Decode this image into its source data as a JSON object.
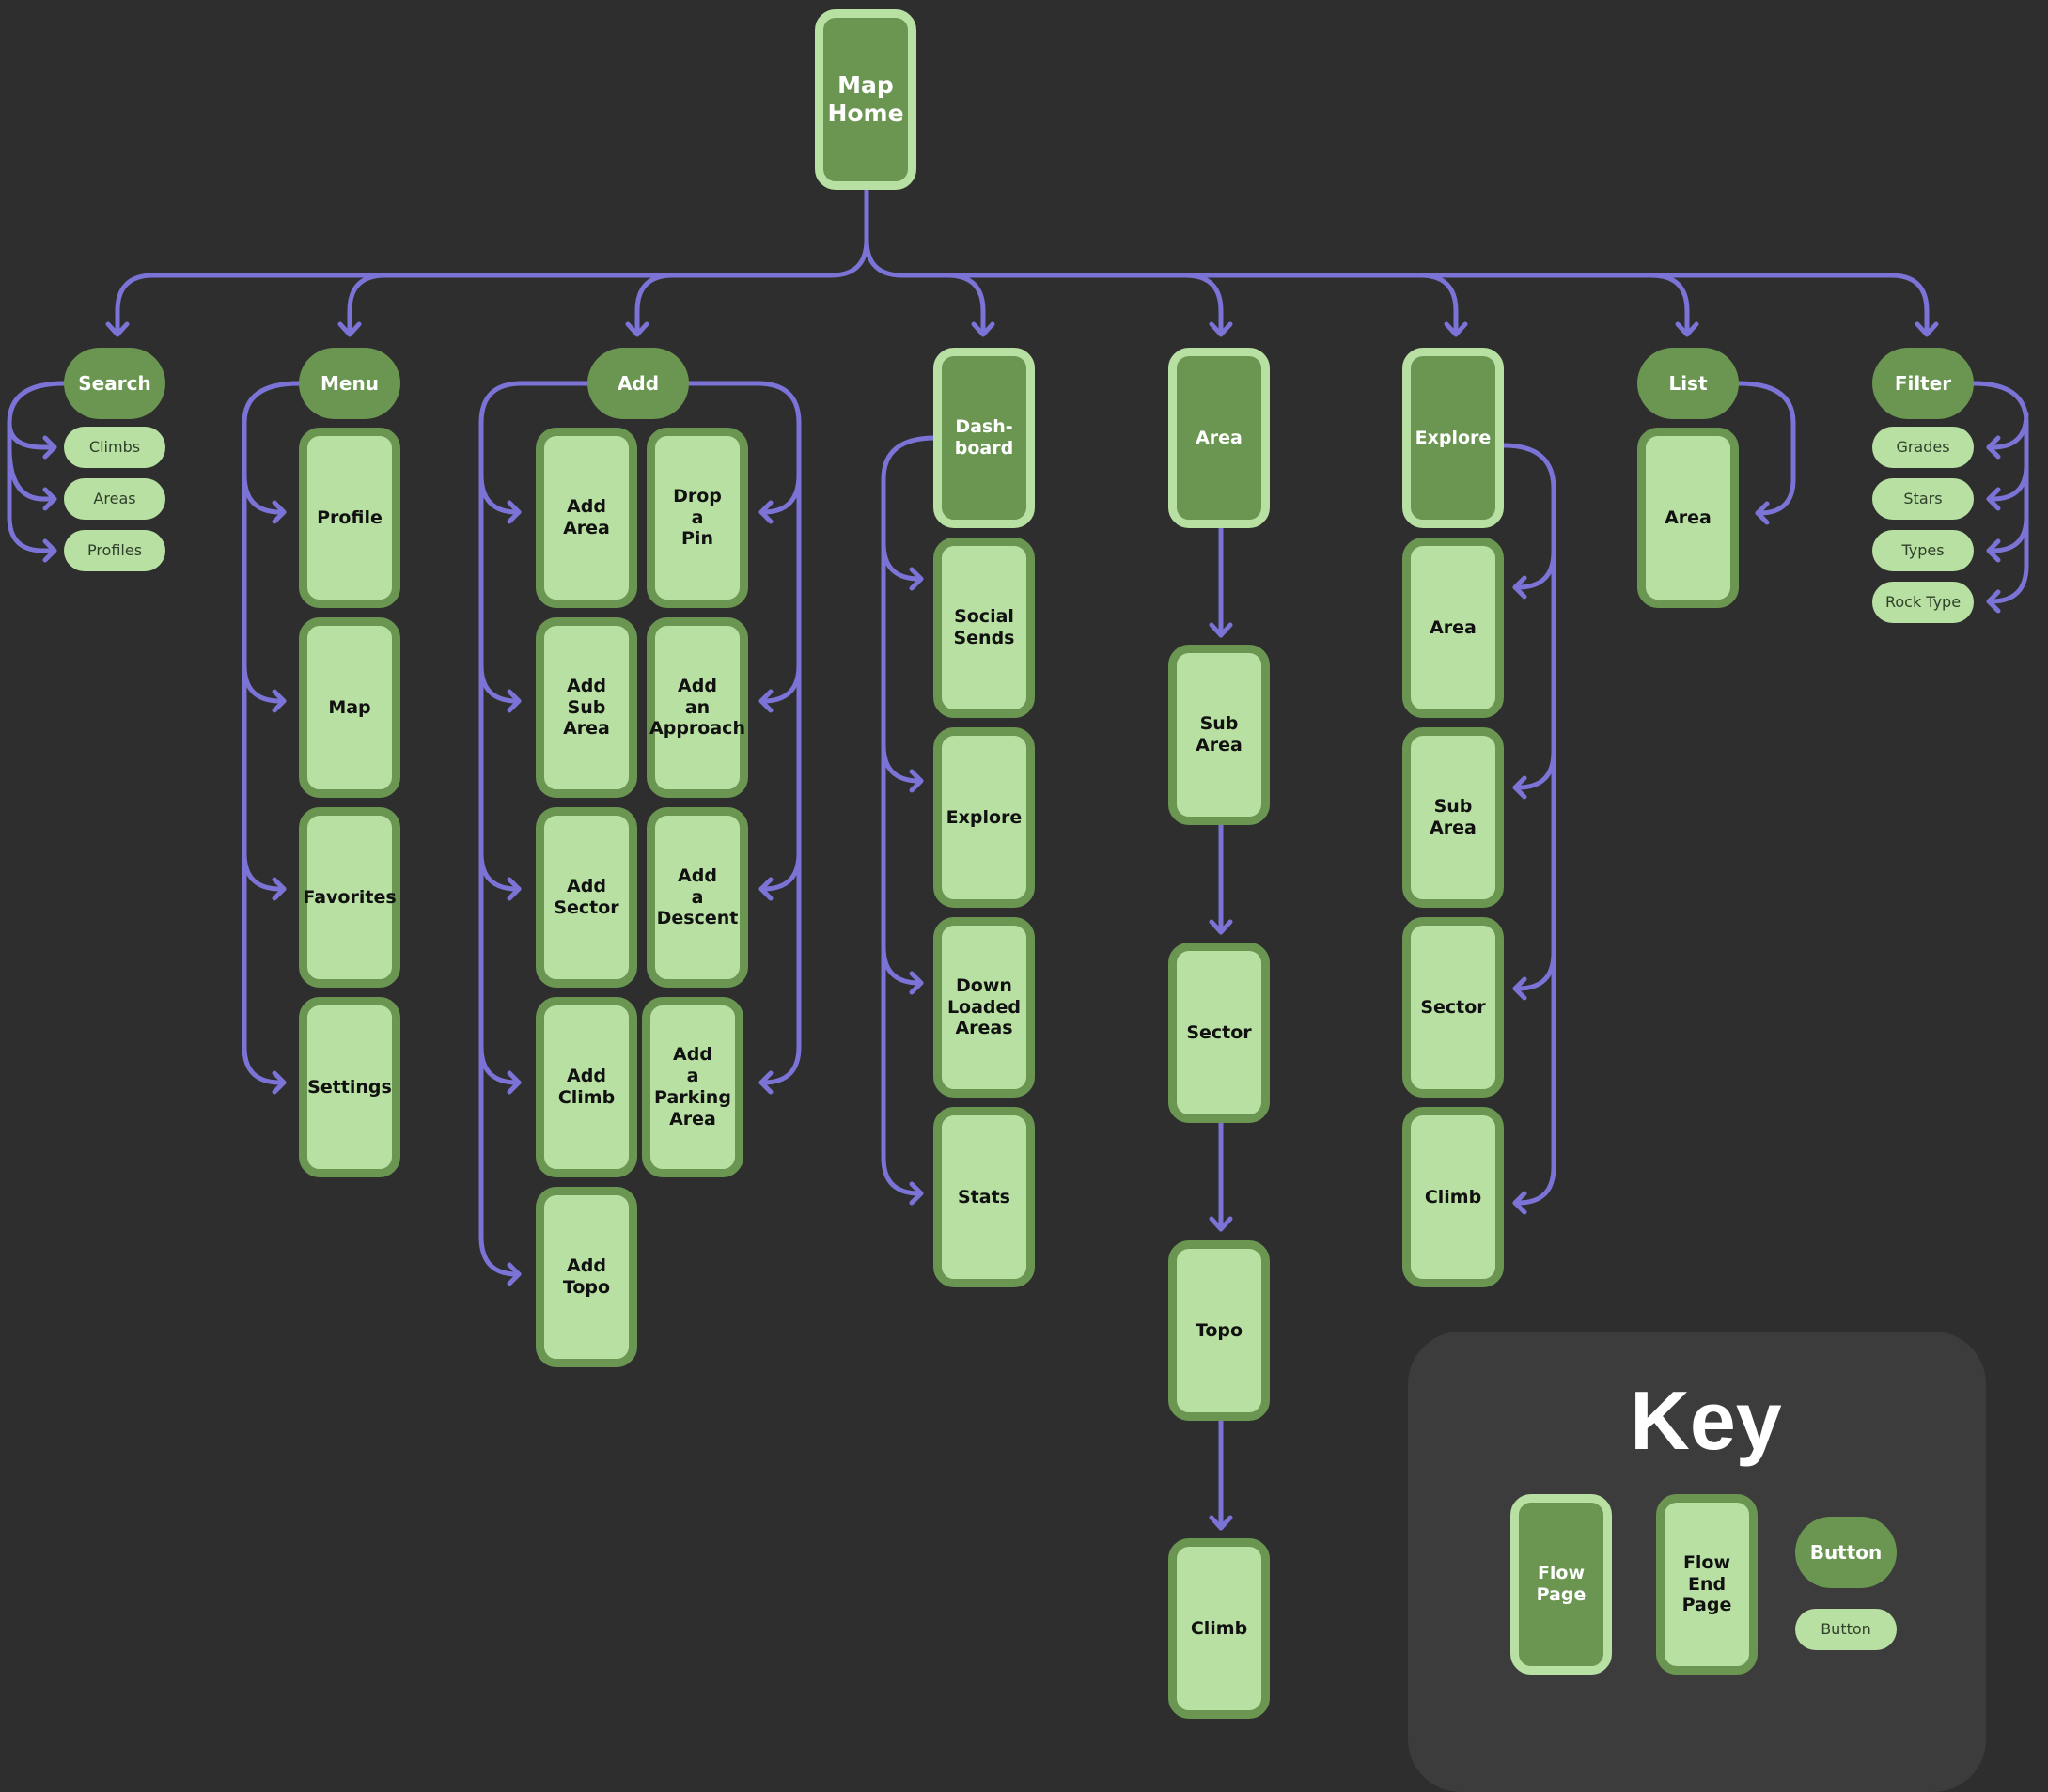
{
  "diagram": {
    "root": {
      "label": "Map\nHome"
    },
    "branches": [
      {
        "id": "search",
        "button": "Search",
        "items": [
          "Climbs",
          "Areas",
          "Profiles"
        ]
      },
      {
        "id": "menu",
        "button": "Menu",
        "items": [
          "Profile",
          "Map",
          "Favorites",
          "Settings"
        ]
      },
      {
        "id": "add",
        "button": "Add",
        "items": [
          "Add\nArea",
          "Add\nSub\nArea",
          "Add\nSector",
          "Add\nClimb",
          "Add\nTopo",
          "Drop\na\nPin",
          "Add\nan\nApproach",
          "Add\na\nDescent",
          "Add\na\nParking\nArea"
        ]
      },
      {
        "id": "dashboard",
        "page": "Dash-\nboard",
        "items": [
          "Social\nSends",
          "Explore",
          "Down\nLoaded\nAreas",
          "Stats"
        ]
      },
      {
        "id": "area",
        "page": "Area",
        "items": [
          "Sub\nArea",
          "Sector",
          "Topo",
          "Climb"
        ]
      },
      {
        "id": "explore",
        "page": "Explore",
        "items": [
          "Area",
          "Sub\nArea",
          "Sector",
          "Climb"
        ]
      },
      {
        "id": "list",
        "button": "List",
        "items": [
          "Area"
        ]
      },
      {
        "id": "filter",
        "button": "Filter",
        "items": [
          "Grades",
          "Stars",
          "Types",
          "Rock Type"
        ]
      }
    ]
  },
  "key": {
    "title": "Key",
    "flow_page": "Flow\nPage",
    "flow_end_page": "Flow\nEnd\nPage",
    "button_primary": "Button",
    "button_secondary": "Button"
  },
  "colors": {
    "background": "#2e2e2e",
    "dark_green": "#6a9651",
    "light_green": "#b8e0a2",
    "connector": "#7b73d6",
    "key_panel": "#3c3c3c"
  }
}
